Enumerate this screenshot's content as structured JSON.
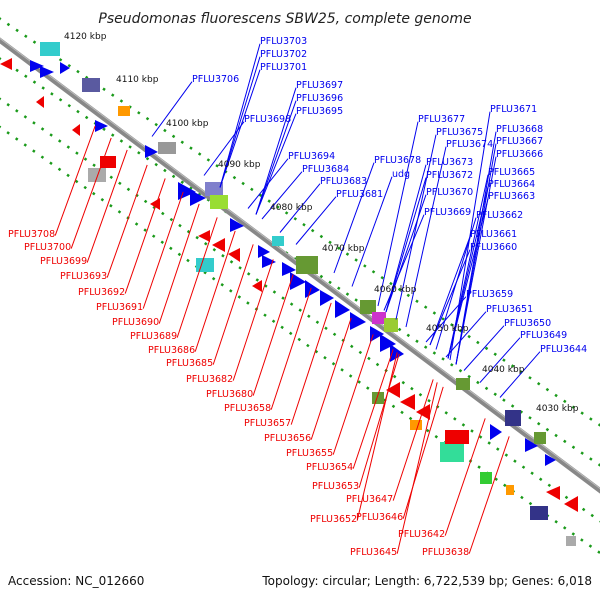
{
  "title": "Pseudomonas fluorescens SBW25, complete genome",
  "footer": {
    "accession": "Accession: NC_012660",
    "summary": "Topology: circular; Length: 6,722,539 bp; Genes: 6,018"
  },
  "colors": {
    "forward": "#0000ee",
    "reverse": "#ee0000",
    "backbone": "#888888",
    "dots": "#1a9a1a"
  },
  "kbp_ticks": [
    "4120 kbp",
    "4110 kbp",
    "4100 kbp",
    "4090 kbp",
    "4080 kbp",
    "4070 kbp",
    "4060 kbp",
    "4050 kbp",
    "4040 kbp",
    "4030 kbp"
  ],
  "forward_labels": [
    "PFLU3703",
    "PFLU3702",
    "PFLU3701",
    "PFLU3706",
    "PFLU3697",
    "PFLU3696",
    "PFLU3695",
    "PFLU3698",
    "PFLU3694",
    "PFLU3684",
    "PFLU3683",
    "PFLU3681",
    "PFLU3678",
    "udg",
    "PFLU3677",
    "PFLU3675",
    "PFLU3674",
    "PFLU3673",
    "PFLU3672",
    "PFLU3670",
    "PFLU3669",
    "PFLU3671",
    "PFLU3668",
    "PFLU3667",
    "PFLU3666",
    "PFLU3665",
    "PFLU3664",
    "PFLU3663",
    "PFLU3662",
    "PFLU3661",
    "PFLU3660",
    "PFLU3659",
    "PFLU3651",
    "PFLU3650",
    "PFLU3649",
    "PFLU3644"
  ],
  "reverse_labels": [
    "PFLU3708",
    "PFLU3700",
    "PFLU3699",
    "PFLU3693",
    "PFLU3692",
    "PFLU3691",
    "PFLU3690",
    "PFLU3689",
    "PFLU3686",
    "PFLU3685",
    "PFLU3682",
    "PFLU3680",
    "PFLU3658",
    "PFLU3657",
    "PFLU3656",
    "PFLU3655",
    "PFLU3654",
    "PFLU3653",
    "PFLU3647",
    "PFLU3652",
    "PFLU3646",
    "PFLU3642",
    "PFLU3645",
    "PFLU3638"
  ]
}
